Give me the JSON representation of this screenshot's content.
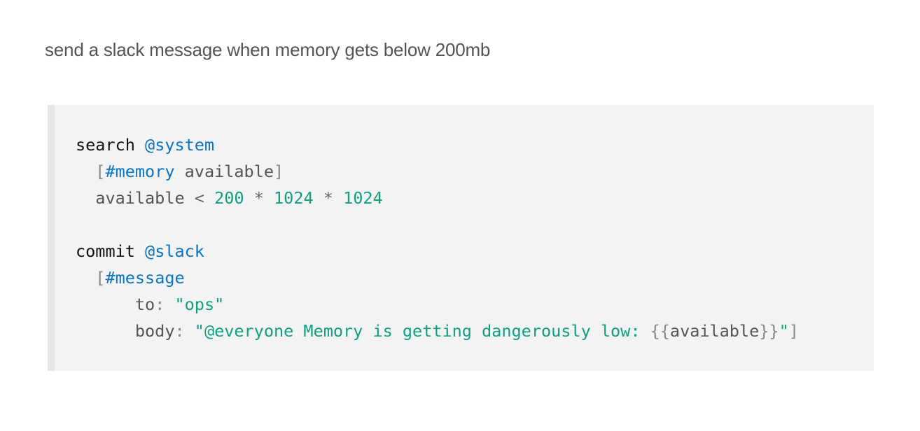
{
  "description": "send a slack message when memory gets below 200mb",
  "colors": {
    "code_background": "#f3f3f3",
    "code_border": "#e6e6e6",
    "keyword": "#111111",
    "database": "#0a74c8",
    "tag": "#0a74c8",
    "number": "#10a080",
    "string": "#10a080",
    "plain": "#555555"
  },
  "code": {
    "search_block": {
      "keyword": "search",
      "database": "@system",
      "bracket_open": "[",
      "tag": "#memory",
      "attribute": "available",
      "bracket_close": "]",
      "filter": {
        "left": "available",
        "operator": "<",
        "value1": "200",
        "times1": "*",
        "value2": "1024",
        "times2": "*",
        "value3": "1024"
      }
    },
    "commit_block": {
      "keyword": "commit",
      "database": "@slack",
      "bracket_open": "[",
      "tag": "#message",
      "to_key": "to",
      "to_colon": ":",
      "to_value": "\"ops\"",
      "body_key": "body",
      "body_colon": ":",
      "body_value_start": "\"@everyone Memory is getting dangerously low: ",
      "template_open": "{{",
      "template_attr": "available",
      "template_close": "}}",
      "body_value_end": "\"",
      "bracket_close": "]"
    }
  }
}
